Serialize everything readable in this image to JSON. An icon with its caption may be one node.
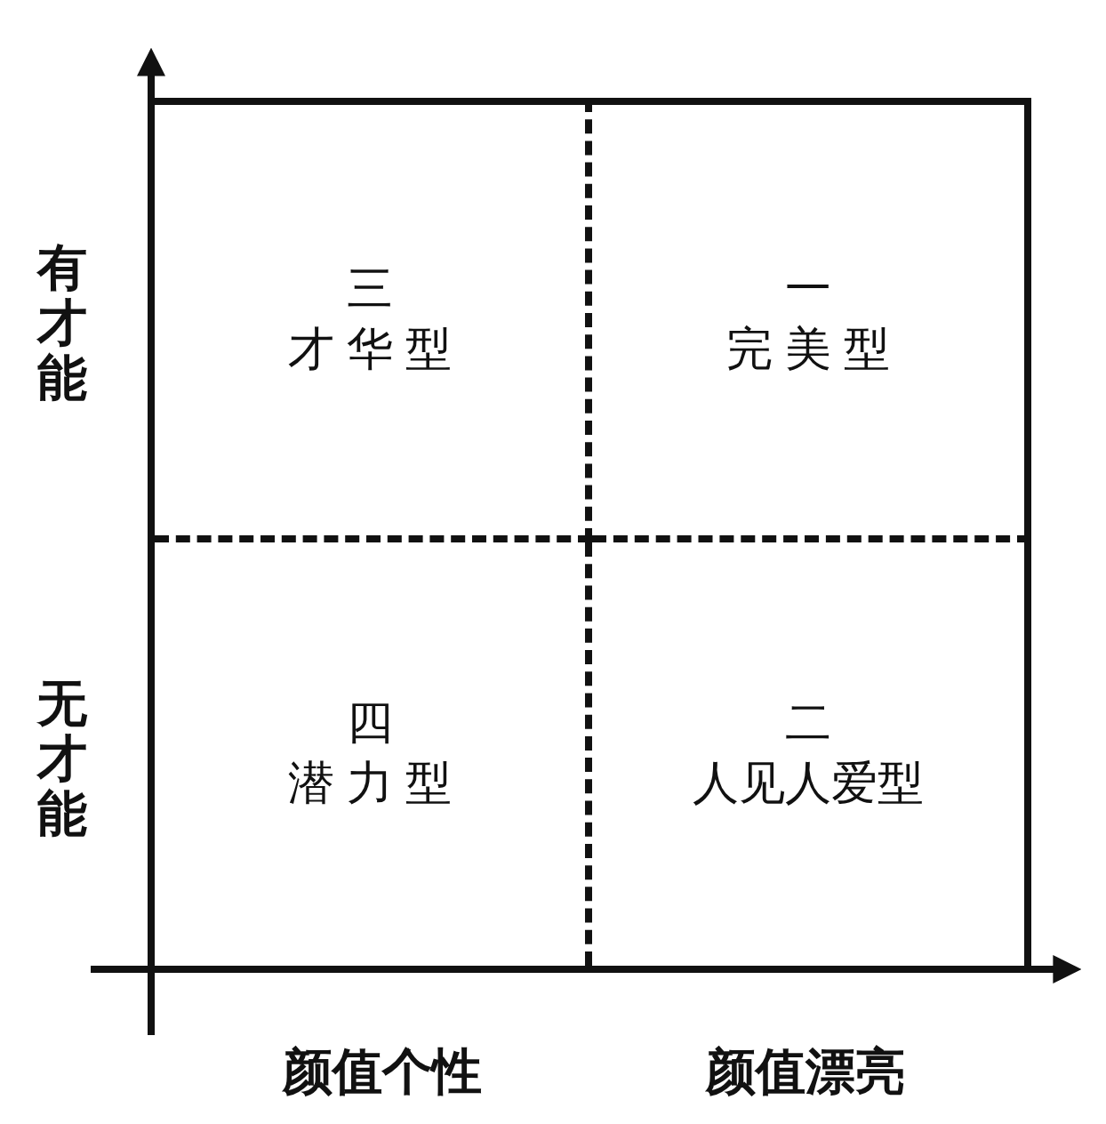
{
  "diagram": {
    "nodes": [
      {
        "text": [
          "三",
          "才 华 型"
        ]
      },
      {
        "text": [
          "一",
          "完 美 型"
        ]
      },
      {
        "text": [
          "四",
          "潜 力 型"
        ]
      },
      {
        "text": [
          "二",
          "人见人爱型"
        ]
      }
    ],
    "labels": [
      "有才能",
      "无才能",
      "颜值个性",
      "颜值漂亮"
    ]
  }
}
